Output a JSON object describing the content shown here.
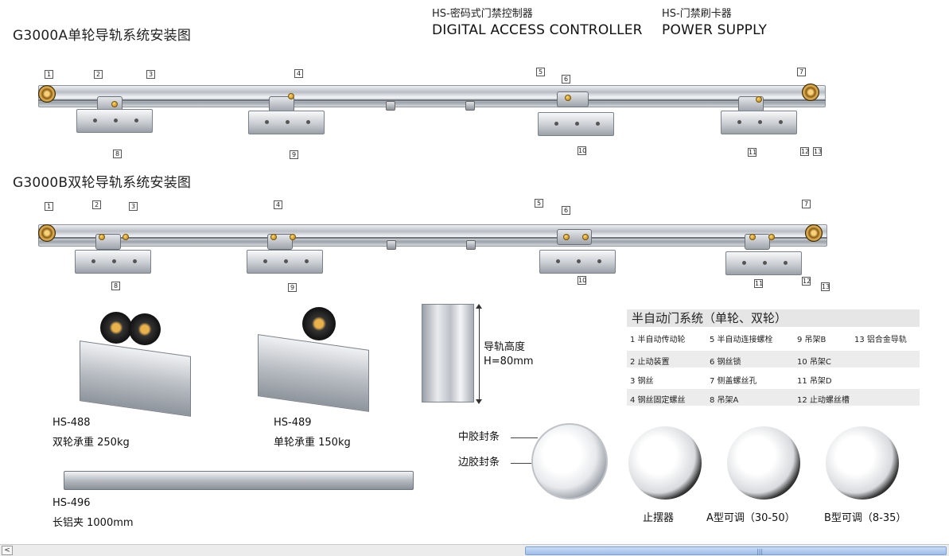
{
  "header": {
    "title_a": "G3000A单轮导轨系统安装图",
    "title_b": "G3000B双轮导轨系统安装图",
    "controller_code": "HS-密码式门禁控制器",
    "controller_name": "DIGITAL ACCESS CONTROLLER",
    "power_code": "HS-门禁刷卡器",
    "power_name": "POWER SUPPLY"
  },
  "diagram_a_labels": [
    "1",
    "2",
    "3",
    "4",
    "5",
    "6",
    "7",
    "8",
    "9",
    "10",
    "11",
    "12",
    "13"
  ],
  "diagram_b_labels": [
    "1",
    "2",
    "3",
    "4",
    "5",
    "6",
    "7",
    "8",
    "9",
    "10",
    "11",
    "12",
    "13"
  ],
  "rail_height": {
    "label": "导轨高度",
    "value": "H=80mm"
  },
  "legend": {
    "title": "半自动门系统（单轮、双轮）",
    "rows": [
      [
        "1 半自动传动轮",
        "5 半自动连接螺栓",
        "9 吊架B",
        "13 铝合金导轨"
      ],
      [
        "2 止动装置",
        "6 钢丝锁",
        "10 吊架C",
        ""
      ],
      [
        "3 钢丝",
        "7 侧盖螺丝孔",
        "11 吊架D",
        ""
      ],
      [
        "4 钢丝固定螺丝",
        "8 吊架A",
        "12 止动螺丝槽",
        ""
      ]
    ]
  },
  "products": {
    "hs488": {
      "code": "HS-488",
      "desc": "双轮承重 250kg"
    },
    "hs489": {
      "code": "HS-489",
      "desc": "单轮承重 150kg"
    },
    "hs496": {
      "code": "HS-496",
      "desc": "长铝夹 1000mm"
    }
  },
  "seals": {
    "middle": "中胶封条",
    "edge": "边胶封条"
  },
  "circles": {
    "c1": "止摆器",
    "c2": "A型可调（30-50）",
    "c3": "B型可调（8-35）"
  },
  "scrollbar": {
    "left_arrow": "<",
    "grip": "|||"
  }
}
